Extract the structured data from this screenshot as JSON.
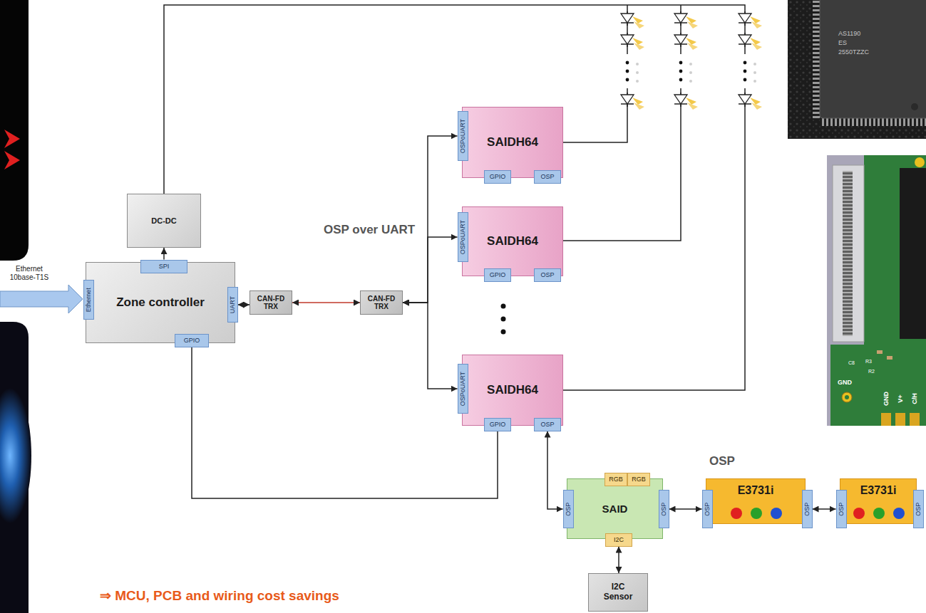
{
  "diagram": {
    "nodes": [
      {
        "text": [
          "DC-DC"
        ]
      },
      {
        "text": [
          "Zone controller"
        ]
      },
      {
        "text": [
          "SPI"
        ],
        "in": 1
      },
      {
        "text": [
          "Ethernet"
        ],
        "in": 1
      },
      {
        "text": [
          "UART"
        ],
        "in": 1
      },
      {
        "text": [
          "GPIO"
        ],
        "in": 1
      },
      {
        "text": [
          "CAN-FD TRX"
        ]
      },
      {
        "text": [
          "CAN-FD TRX"
        ]
      },
      {
        "text": [
          "SAIDH64"
        ]
      },
      {
        "text": [
          "OSPoUART"
        ],
        "in": 8
      },
      {
        "text": [
          "GPIO"
        ],
        "in": 8
      },
      {
        "text": [
          "OSP"
        ],
        "in": 8
      },
      {
        "text": [
          "SAIDH64"
        ]
      },
      {
        "text": [
          "OSPoUART"
        ],
        "in": 12
      },
      {
        "text": [
          "GPIO"
        ],
        "in": 12
      },
      {
        "text": [
          "OSP"
        ],
        "in": 12
      },
      {
        "text": [
          "SAIDH64"
        ]
      },
      {
        "text": [
          "OSPoUART"
        ],
        "in": 16
      },
      {
        "text": [
          "GPIO"
        ],
        "in": 16
      },
      {
        "text": [
          "OSP"
        ],
        "in": 16
      },
      {
        "text": [
          "SAID"
        ]
      },
      {
        "text": [
          "RGB"
        ],
        "in": 20
      },
      {
        "text": [
          "RGB"
        ],
        "in": 20
      },
      {
        "text": [
          "OSP"
        ],
        "in": 20
      },
      {
        "text": [
          "OSP"
        ],
        "in": 20
      },
      {
        "text": [
          "I2C"
        ],
        "in": 20
      },
      {
        "text": [
          "E3731i"
        ]
      },
      {
        "text": [
          "OSP"
        ],
        "in": 26
      },
      {
        "text": [
          "OSP"
        ],
        "in": 26
      },
      {
        "text": [
          "E3731i"
        ]
      },
      {
        "text": [
          "OSP"
        ],
        "in": 29
      },
      {
        "text": [
          "OSP"
        ],
        "in": 29
      },
      {
        "text": [
          "I2C Sensor"
        ]
      }
    ],
    "edges": [
      {
        "from": 2,
        "to": 0,
        "arrow": "to"
      },
      {
        "from": 4,
        "to": 6,
        "arrow": "both"
      },
      {
        "from": 6,
        "to": 7,
        "arrow": "both"
      },
      {
        "from": 7,
        "to": 9,
        "arrow": "both"
      },
      {
        "from": 7,
        "to": 13,
        "arrow": "both"
      },
      {
        "from": 7,
        "to": 17,
        "arrow": "both"
      },
      {
        "from": 5,
        "to": 18,
        "arrow": "none"
      },
      {
        "from": 19,
        "to": 23,
        "arrow": "both"
      },
      {
        "from": 24,
        "to": 27,
        "arrow": "both"
      },
      {
        "from": 28,
        "to": 30,
        "arrow": "both"
      },
      {
        "from": 25,
        "to": 32,
        "arrow": "both"
      }
    ],
    "labels": [
      "Ethernet 10base-T1S",
      "OSP over UART",
      "OSP",
      "⇒ MCU, PCB and wiring cost savings",
      "AS1190",
      "ES",
      "2550TZZC",
      "C8",
      "R3",
      "R2",
      "GND",
      "GND",
      "V+",
      "C/H"
    ]
  }
}
